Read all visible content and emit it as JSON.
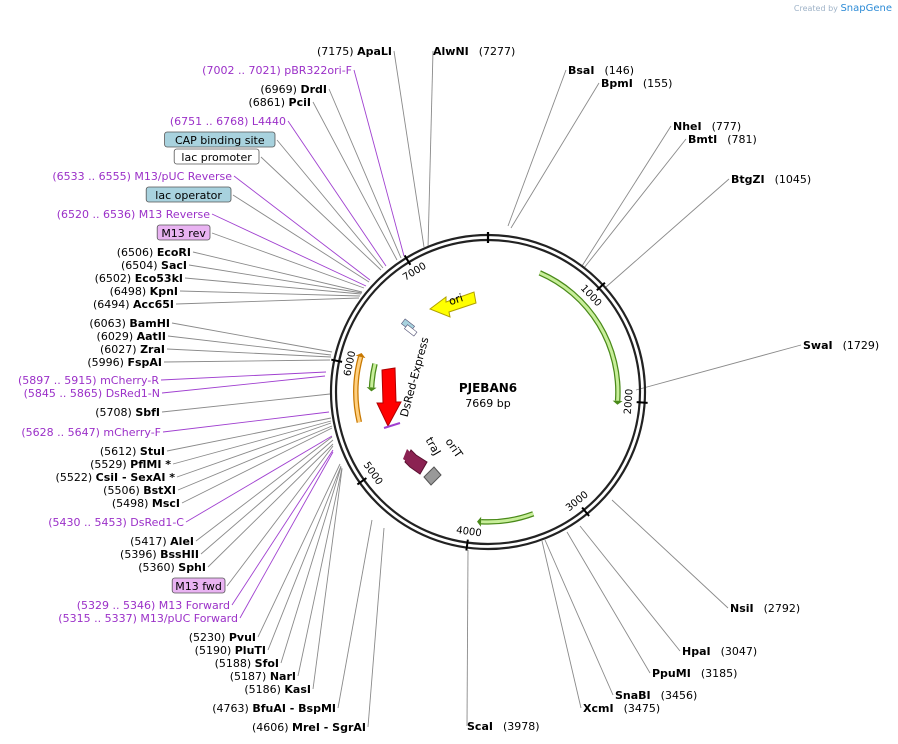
{
  "watermark": {
    "prefix": "Created by",
    "brand": "SnapGene"
  },
  "plasmid": {
    "name": "PJEBAN6",
    "size": "7669 bp",
    "length": 7669
  },
  "ticks": [
    "1000",
    "2000",
    "3000",
    "4000",
    "5000",
    "6000",
    "7000"
  ],
  "features": [
    {
      "name": "ori",
      "label": "ori",
      "start": 6900,
      "end": 7070,
      "color": "#ffff00",
      "dir": "rev"
    },
    {
      "name": "dsred-express",
      "label": "DsRed-Express",
      "start": 5730,
      "end": 6000,
      "color": "#ff0000",
      "dir": "rev"
    },
    {
      "name": "traj",
      "label": "traJ",
      "start": 4880,
      "end": 5000,
      "color": "#8b2252",
      "dir": "rev"
    },
    {
      "name": "orit",
      "label": "oriT",
      "start": 4770,
      "end": 4850,
      "color": "#999999",
      "dir": "none"
    }
  ],
  "arcs": [
    {
      "name": "arc-green-1",
      "start": 500,
      "end": 2000,
      "color": "#4a8a1a",
      "fill": "#c8ee9a",
      "dir": "fwd",
      "r": 232
    },
    {
      "name": "arc-green-2",
      "start": 3400,
      "end": 3900,
      "color": "#4a8a1a",
      "fill": "#c8ee9a",
      "dir": "fwd",
      "r": 232
    },
    {
      "name": "arc-green-3",
      "start": 5800,
      "end": 6050,
      "color": "#4a8a1a",
      "fill": "#c8ee9a",
      "dir": "rev",
      "r": 208
    },
    {
      "name": "arc-orange",
      "start": 5470,
      "end": 6080,
      "color": "#c87800",
      "fill": "#ffd080",
      "dir": "fwd",
      "r": 236
    }
  ],
  "right_labels": [
    {
      "text": "AlwNI",
      "pos": "(7277)",
      "bold": true
    },
    {
      "text": "BsaI",
      "pos": "(146)",
      "bold": true
    },
    {
      "text": "BpmI",
      "pos": "(155)",
      "bold": true
    },
    {
      "text": "NheI",
      "pos": "(777)",
      "bold": true
    },
    {
      "text": "BmtI",
      "pos": "(781)",
      "bold": true
    },
    {
      "text": "BtgZI",
      "pos": "(1045)",
      "bold": true
    },
    {
      "text": "SwaI",
      "pos": "(1729)",
      "bold": true
    },
    {
      "text": "NsiI",
      "pos": "(2792)",
      "bold": true
    },
    {
      "text": "HpaI",
      "pos": "(3047)",
      "bold": true
    },
    {
      "text": "PpuMI",
      "pos": "(3185)",
      "bold": true
    },
    {
      "text": "SnaBI",
      "pos": "(3456)",
      "bold": true
    },
    {
      "text": "XcmI",
      "pos": "(3475)",
      "bold": true
    },
    {
      "text": "ScaI",
      "pos": "(3978)",
      "bold": true
    }
  ],
  "left_labels": [
    {
      "kind": "site",
      "pos": "(7175)",
      "text": "ApaLI"
    },
    {
      "kind": "primer",
      "text": "(7002 .. 7021)  pBR322ori-F"
    },
    {
      "kind": "site",
      "pos": "(6969)",
      "text": "DrdI"
    },
    {
      "kind": "site",
      "pos": "(6861)",
      "text": "PciI"
    },
    {
      "kind": "primer",
      "text": "(6751 .. 6768)  L4440"
    },
    {
      "kind": "box",
      "text": "CAP binding site",
      "fill": "#a8d2de"
    },
    {
      "kind": "box",
      "text": "lac promoter",
      "fill": "#ffffff"
    },
    {
      "kind": "primer",
      "text": "(6533 .. 6555)  M13/pUC Reverse"
    },
    {
      "kind": "box",
      "text": "lac operator",
      "fill": "#a8d2de"
    },
    {
      "kind": "primer",
      "text": "(6520 .. 6536)  M13 Reverse"
    },
    {
      "kind": "box",
      "text": "M13 rev",
      "fill": "#e9b3f2"
    },
    {
      "kind": "site",
      "pos": "(6506)",
      "text": "EcoRI"
    },
    {
      "kind": "site",
      "pos": "(6504)",
      "text": "SacI"
    },
    {
      "kind": "site",
      "pos": "(6502)",
      "text": "Eco53kI"
    },
    {
      "kind": "site",
      "pos": "(6498)",
      "text": "KpnI"
    },
    {
      "kind": "site",
      "pos": "(6494)",
      "text": "Acc65I"
    },
    {
      "kind": "site",
      "pos": "(6063)",
      "text": "BamHI"
    },
    {
      "kind": "site",
      "pos": "(6029)",
      "text": "AatII"
    },
    {
      "kind": "site",
      "pos": "(6027)",
      "text": "ZraI"
    },
    {
      "kind": "site",
      "pos": "(5996)",
      "text": "FspAI"
    },
    {
      "kind": "primer",
      "text": "(5897 .. 5915)  mCherry-R"
    },
    {
      "kind": "primer",
      "text": "(5845 .. 5865)  DsRed1-N"
    },
    {
      "kind": "site",
      "pos": "(5708)",
      "text": "SbfI"
    },
    {
      "kind": "primer",
      "text": "(5628 .. 5647)  mCherry-F"
    },
    {
      "kind": "site",
      "pos": "(5612)",
      "text": "StuI"
    },
    {
      "kind": "site",
      "pos": "(5529)",
      "text": "PflMI *"
    },
    {
      "kind": "site",
      "pos": "(5522)",
      "text": "CsiI   - SexAI *"
    },
    {
      "kind": "site",
      "pos": "(5506)",
      "text": "BstXI"
    },
    {
      "kind": "site",
      "pos": "(5498)",
      "text": "MscI"
    },
    {
      "kind": "primer",
      "text": "(5430 .. 5453)  DsRed1-C"
    },
    {
      "kind": "site",
      "pos": "(5417)",
      "text": "AleI"
    },
    {
      "kind": "site",
      "pos": "(5396)",
      "text": "BssHII"
    },
    {
      "kind": "site",
      "pos": "(5360)",
      "text": "SphI"
    },
    {
      "kind": "box",
      "text": "M13 fwd",
      "fill": "#e9b3f2"
    },
    {
      "kind": "primer",
      "text": "(5329 .. 5346)  M13 Forward"
    },
    {
      "kind": "primer",
      "text": "(5315 .. 5337)  M13/pUC Forward"
    },
    {
      "kind": "site",
      "pos": "(5230)",
      "text": "PvuI"
    },
    {
      "kind": "site",
      "pos": "(5190)",
      "text": "PluTI"
    },
    {
      "kind": "site",
      "pos": "(5188)",
      "text": "SfoI"
    },
    {
      "kind": "site",
      "pos": "(5187)",
      "text": "NarI"
    },
    {
      "kind": "site",
      "pos": "(5186)",
      "text": "KasI"
    },
    {
      "kind": "site",
      "pos": "(4763)",
      "text": "BfuAI   - BspMI"
    },
    {
      "kind": "site",
      "pos": "(4606)",
      "text": "MreI   - SgrAI"
    }
  ]
}
